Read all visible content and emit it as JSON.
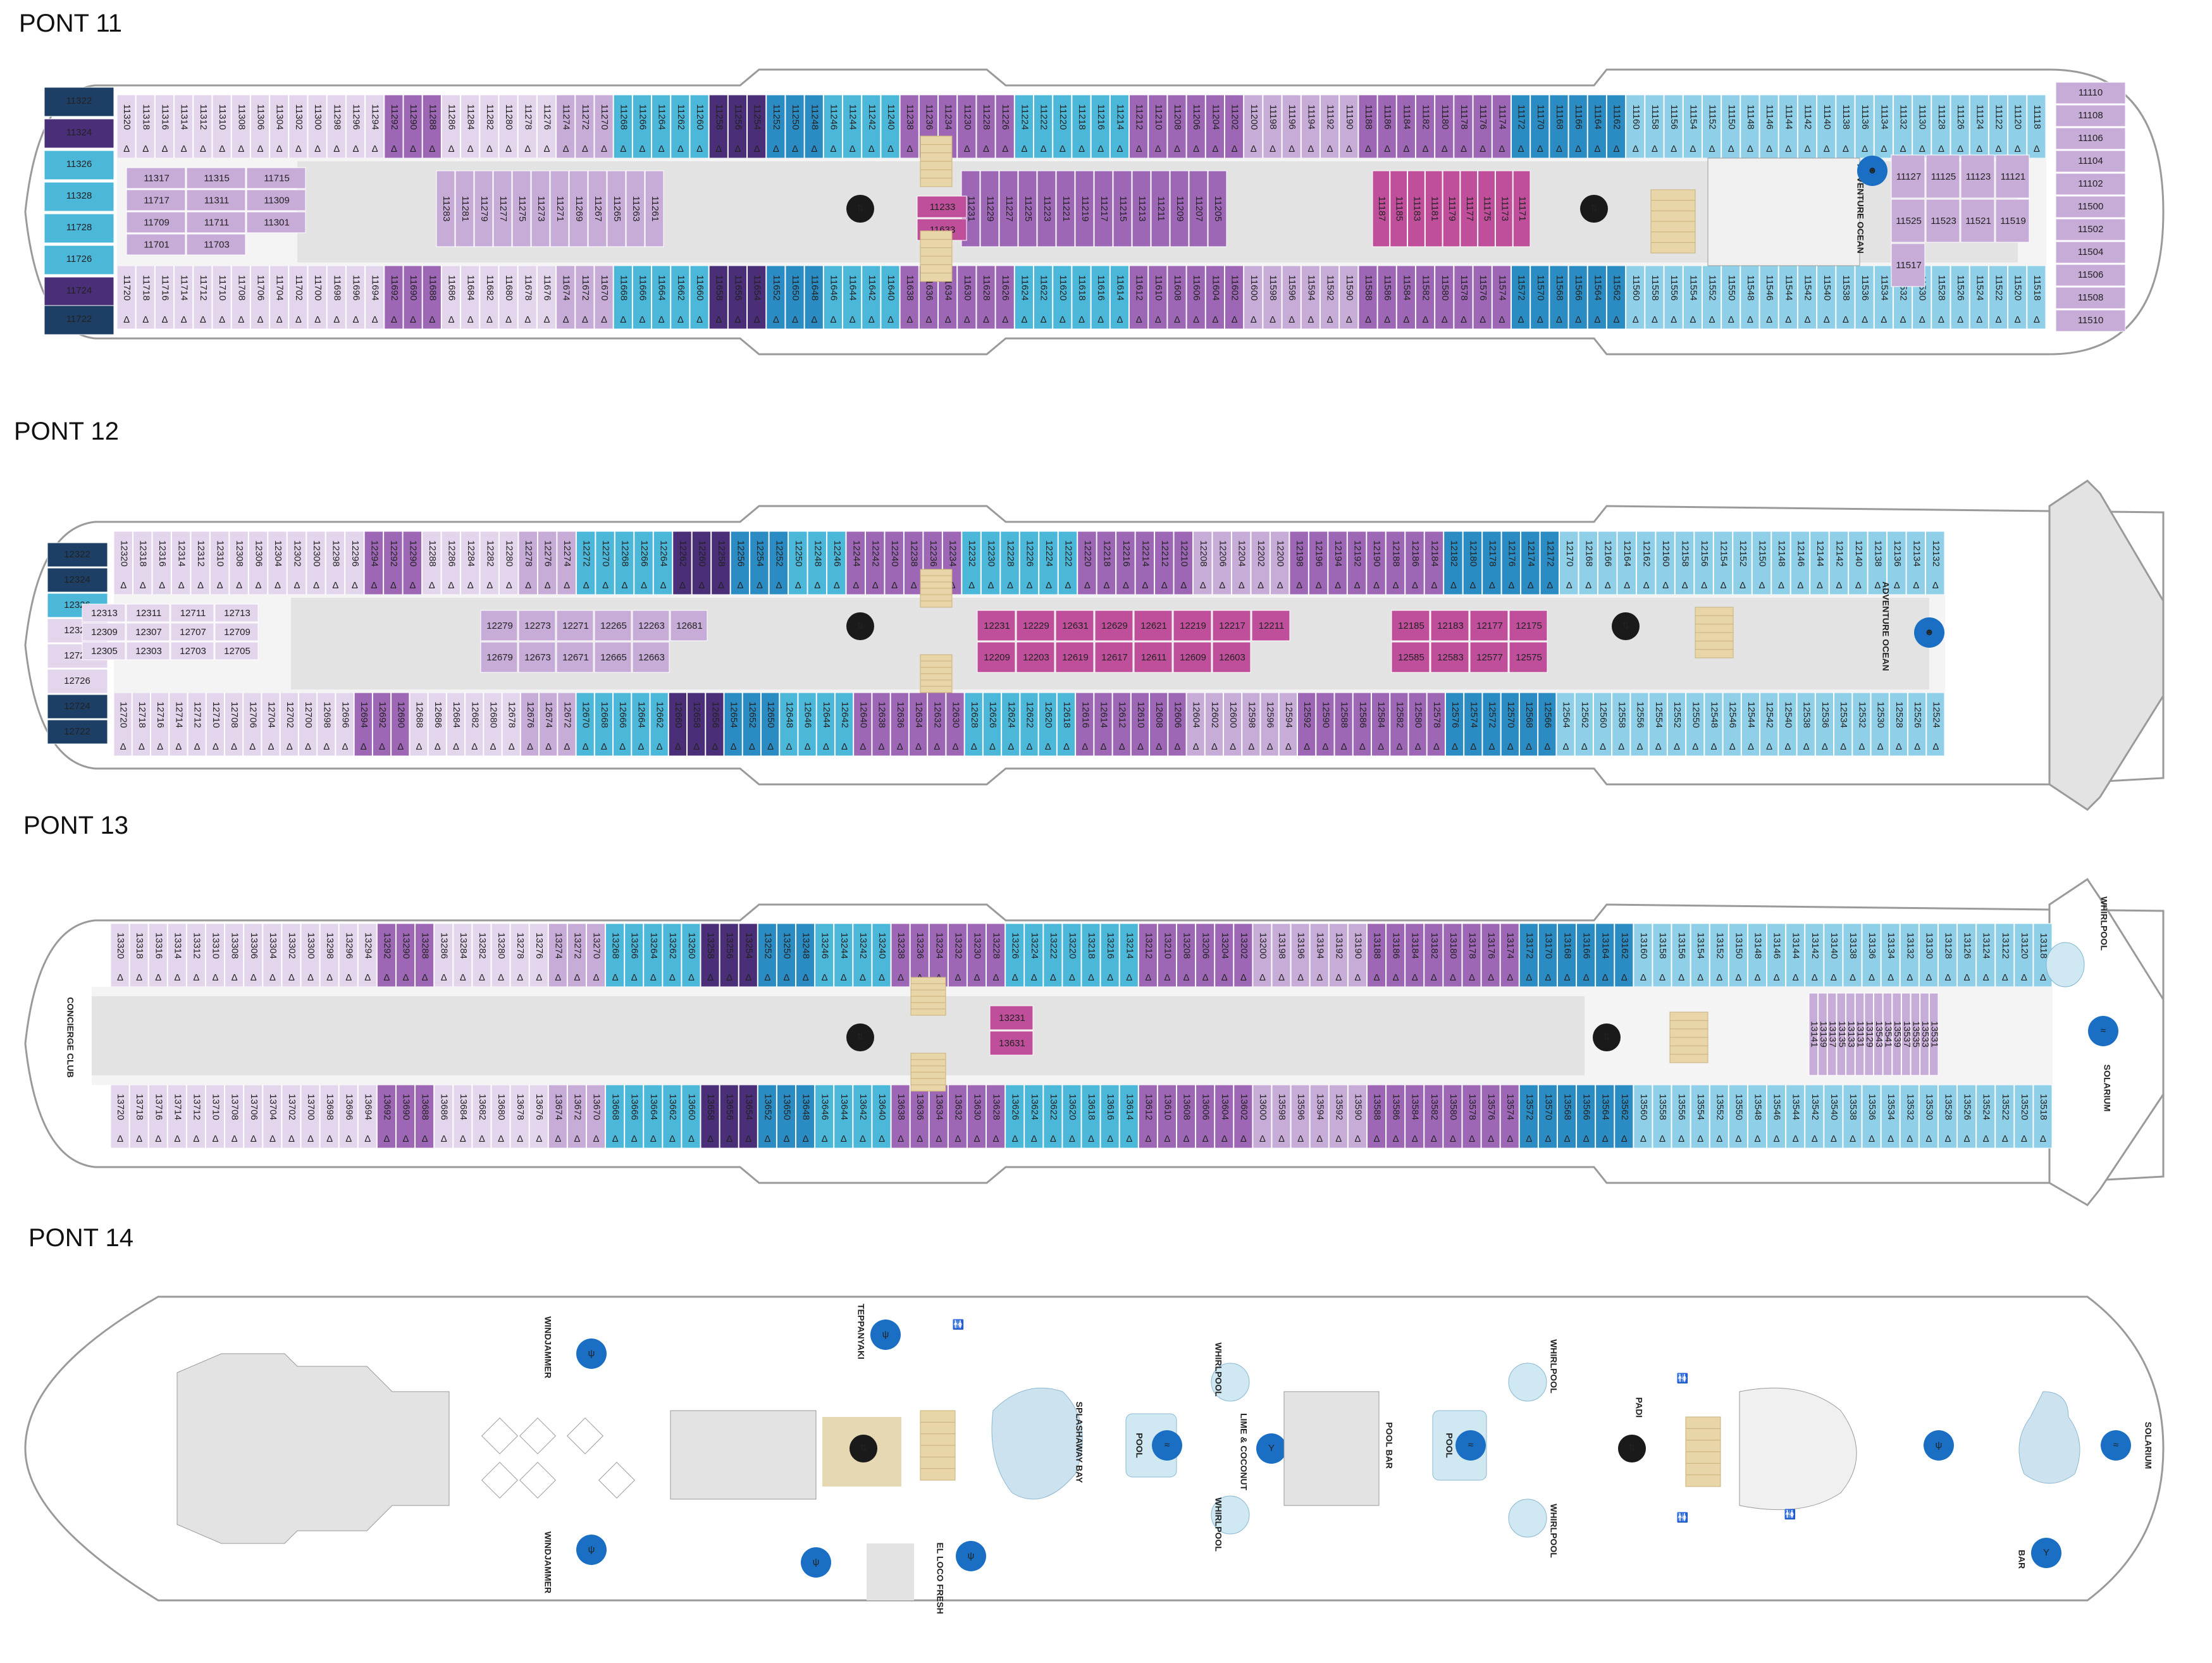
{
  "decks": [
    {
      "title": "PONT 11",
      "labels": [
        "ADVENTURE OCEAN"
      ],
      "cabins": {
        "top_row": [
          "11320",
          "11318",
          "11316",
          "11314",
          "11312",
          "11310",
          "11308",
          "11306",
          "11304",
          "11302",
          "11300",
          "11298",
          "11296",
          "11294",
          "11292",
          "11290",
          "11288",
          "11286",
          "11284",
          "11282",
          "11280",
          "11278",
          "11276",
          "11274",
          "11272",
          "11270",
          "11268",
          "11266",
          "11264",
          "11262",
          "11260",
          "11258",
          "11256",
          "11254",
          "11252",
          "11250",
          "11248",
          "11246",
          "11244",
          "11242",
          "11240",
          "11238",
          "11236",
          "11234",
          "11230",
          "11228",
          "11226",
          "11224",
          "11222",
          "11220",
          "11218",
          "11216",
          "11214",
          "11212",
          "11210",
          "11208",
          "11206",
          "11204",
          "11202",
          "11200",
          "11198",
          "11196",
          "11194",
          "11192",
          "11190",
          "11188",
          "11186",
          "11184",
          "11182",
          "11180",
          "11178",
          "11176",
          "11174",
          "11172",
          "11170",
          "11168",
          "11166",
          "11164",
          "11162",
          "11160",
          "11158",
          "11156",
          "11154",
          "11152",
          "11150",
          "11148",
          "11146",
          "11144",
          "11142",
          "11140",
          "11138",
          "11136",
          "11134",
          "11132",
          "11130",
          "11128",
          "11126",
          "11124",
          "11122",
          "11120",
          "11118"
        ],
        "bottom_row": [
          "11720",
          "11718",
          "11716",
          "11714",
          "11712",
          "11710",
          "11708",
          "11706",
          "11704",
          "11702",
          "11700",
          "11698",
          "11696",
          "11694",
          "11692",
          "11690",
          "11688",
          "11686",
          "11684",
          "11682",
          "11680",
          "11678",
          "11676",
          "11674",
          "11672",
          "11670",
          "11668",
          "11666",
          "11664",
          "11662",
          "11660",
          "11658",
          "11656",
          "11654",
          "11652",
          "11650",
          "11648",
          "11646",
          "11644",
          "11642",
          "11640",
          "11638",
          "11636",
          "11634",
          "11630",
          "11628",
          "11626",
          "11624",
          "11622",
          "11620",
          "11618",
          "11616",
          "11614",
          "11612",
          "11610",
          "11608",
          "11606",
          "11604",
          "11602",
          "11600",
          "11598",
          "11596",
          "11594",
          "11592",
          "11590",
          "11588",
          "11586",
          "11584",
          "11582",
          "11580",
          "11578",
          "11576",
          "11574",
          "11572",
          "11570",
          "11568",
          "11566",
          "11564",
          "11562",
          "11560",
          "11558",
          "11556",
          "11554",
          "11552",
          "11550",
          "11548",
          "11546",
          "11544",
          "11542",
          "11540",
          "11538",
          "11536",
          "11534",
          "11532",
          "11530",
          "11528",
          "11526",
          "11524",
          "11522",
          "11520",
          "11518"
        ],
        "inner_top": [
          "11283",
          "11281",
          "11279",
          "11277",
          "11275",
          "11273",
          "11271",
          "11269",
          "11267",
          "11265",
          "11263",
          "11261",
          "11231",
          "11229",
          "11227",
          "11225",
          "11223",
          "11221",
          "11219",
          "11217",
          "11215",
          "11213",
          "11211",
          "11209",
          "11207",
          "11205",
          "11187",
          "11185",
          "11183",
          "11181",
          "11179",
          "11177",
          "11175",
          "11173",
          "11171"
        ],
        "inner_bottom": [
          "11317",
          "11315",
          "11715",
          "11717",
          "11311",
          "11309",
          "11709",
          "11711",
          "11301",
          "11701",
          "11703",
          "11233",
          "11633",
          "11127",
          "11125",
          "11123",
          "11121",
          "11525",
          "11523",
          "11521",
          "11519",
          "11517"
        ],
        "stern": [
          "11322",
          "11324",
          "11326",
          "11328",
          "11728",
          "11726",
          "11724",
          "11722"
        ],
        "bow": [
          "11110",
          "11108",
          "11106",
          "11104",
          "11102",
          "11500",
          "11502",
          "11504",
          "11506",
          "11508",
          "11510"
        ]
      }
    },
    {
      "title": "PONT 12",
      "labels": [
        "ADVENTURE OCEAN"
      ],
      "cabins": {
        "top_row": [
          "12320",
          "12318",
          "12316",
          "12314",
          "12312",
          "12310",
          "12308",
          "12306",
          "12304",
          "12302",
          "12300",
          "12298",
          "12296",
          "12294",
          "12292",
          "12290",
          "12288",
          "12286",
          "12284",
          "12282",
          "12280",
          "12278",
          "12276",
          "12274",
          "12272",
          "12270",
          "12268",
          "12266",
          "12264",
          "12262",
          "12260",
          "12258",
          "12256",
          "12254",
          "12252",
          "12250",
          "12248",
          "12246",
          "12244",
          "12242",
          "12240",
          "12238",
          "12236",
          "12234",
          "12232",
          "12230",
          "12228",
          "12226",
          "12224",
          "12222",
          "12220",
          "12218",
          "12216",
          "12214",
          "12212",
          "12210",
          "12208",
          "12206",
          "12204",
          "12202",
          "12200",
          "12198",
          "12196",
          "12194",
          "12192",
          "12190",
          "12188",
          "12186",
          "12184",
          "12182",
          "12180",
          "12178",
          "12176",
          "12174",
          "12172",
          "12170",
          "12168",
          "12166",
          "12164",
          "12162",
          "12160",
          "12158",
          "12156",
          "12154",
          "12152",
          "12150",
          "12148",
          "12146",
          "12144",
          "12142",
          "12140",
          "12138",
          "12136",
          "12134",
          "12132"
        ],
        "bottom_row": [
          "12720",
          "12718",
          "12716",
          "12714",
          "12712",
          "12710",
          "12708",
          "12706",
          "12704",
          "12702",
          "12700",
          "12698",
          "12696",
          "12694",
          "12692",
          "12690",
          "12688",
          "12686",
          "12684",
          "12682",
          "12680",
          "12678",
          "12676",
          "12674",
          "12672",
          "12670",
          "12668",
          "12666",
          "12664",
          "12662",
          "12660",
          "12658",
          "12656",
          "12654",
          "12652",
          "12650",
          "12648",
          "12646",
          "12644",
          "12642",
          "12640",
          "12638",
          "12636",
          "12634",
          "12632",
          "12630",
          "12628",
          "12626",
          "12624",
          "12622",
          "12620",
          "12618",
          "12616",
          "12614",
          "12612",
          "12610",
          "12608",
          "12606",
          "12604",
          "12602",
          "12600",
          "12598",
          "12596",
          "12594",
          "12592",
          "12590",
          "12588",
          "12586",
          "12584",
          "12582",
          "12580",
          "12578",
          "12576",
          "12574",
          "12572",
          "12570",
          "12568",
          "12566",
          "12564",
          "12562",
          "12560",
          "12558",
          "12556",
          "12554",
          "12552",
          "12550",
          "12548",
          "12546",
          "12544",
          "12542",
          "12540",
          "12538",
          "12536",
          "12534",
          "12532",
          "12530",
          "12528",
          "12526",
          "12524"
        ],
        "inner_block_a": [
          "12279",
          "12273",
          "12271",
          "12265",
          "12263",
          "12681",
          "12679",
          "12673",
          "12671",
          "12665",
          "12663"
        ],
        "inner_block_b": [
          "12231",
          "12229",
          "12631",
          "12629",
          "12621",
          "12219",
          "12217",
          "12211",
          "12209",
          "12203",
          "12619",
          "12617",
          "12611",
          "12609",
          "12603"
        ],
        "inner_block_c": [
          "12185",
          "12183",
          "12177",
          "12175",
          "12585",
          "12583",
          "12577",
          "12575"
        ],
        "stern_inner": [
          "12313",
          "12311",
          "12711",
          "12713",
          "12309",
          "12307",
          "12707",
          "12709",
          "12305",
          "12303",
          "12703",
          "12705"
        ],
        "stern": [
          "12322",
          "12324",
          "12326",
          "12328",
          "12728",
          "12726",
          "12724",
          "12722"
        ]
      }
    },
    {
      "title": "PONT 13",
      "labels": [
        "CONCIERGE CLUB",
        "WHIRLPOOL",
        "SOLARIUM"
      ],
      "cabins": {
        "top_row": [
          "13320",
          "13318",
          "13316",
          "13314",
          "13312",
          "13310",
          "13308",
          "13306",
          "13304",
          "13302",
          "13300",
          "13298",
          "13296",
          "13294",
          "13292",
          "13290",
          "13288",
          "13286",
          "13284",
          "13282",
          "13280",
          "13278",
          "13276",
          "13274",
          "13272",
          "13270",
          "13268",
          "13266",
          "13264",
          "13262",
          "13260",
          "13258",
          "13256",
          "13254",
          "13252",
          "13250",
          "13248",
          "13246",
          "13244",
          "13242",
          "13240",
          "13238",
          "13236",
          "13234",
          "13232",
          "13230",
          "13228",
          "13226",
          "13224",
          "13222",
          "13220",
          "13218",
          "13216",
          "13214",
          "13212",
          "13210",
          "13208",
          "13206",
          "13204",
          "13202",
          "13200",
          "13198",
          "13196",
          "13194",
          "13192",
          "13190",
          "13188",
          "13186",
          "13184",
          "13182",
          "13180",
          "13178",
          "13176",
          "13174",
          "13172",
          "13170",
          "13168",
          "13166",
          "13164",
          "13162",
          "13160",
          "13158",
          "13156",
          "13154",
          "13152",
          "13150",
          "13148",
          "13146",
          "13144",
          "13142",
          "13140",
          "13138",
          "13136",
          "13134",
          "13132",
          "13130",
          "13128",
          "13126",
          "13124",
          "13122",
          "13120",
          "13118"
        ],
        "bottom_row": [
          "13720",
          "13718",
          "13716",
          "13714",
          "13712",
          "13710",
          "13708",
          "13706",
          "13704",
          "13702",
          "13700",
          "13698",
          "13696",
          "13694",
          "13692",
          "13690",
          "13688",
          "13686",
          "13684",
          "13682",
          "13680",
          "13678",
          "13676",
          "13674",
          "13672",
          "13670",
          "13668",
          "13666",
          "13664",
          "13662",
          "13660",
          "13658",
          "13656",
          "13654",
          "13652",
          "13650",
          "13648",
          "13646",
          "13644",
          "13642",
          "13640",
          "13638",
          "13636",
          "13634",
          "13632",
          "13630",
          "13628",
          "13626",
          "13624",
          "13622",
          "13620",
          "13618",
          "13616",
          "13614",
          "13612",
          "13610",
          "13608",
          "13606",
          "13604",
          "13602",
          "13600",
          "13598",
          "13596",
          "13594",
          "13592",
          "13590",
          "13588",
          "13586",
          "13584",
          "13582",
          "13580",
          "13578",
          "13576",
          "13574",
          "13572",
          "13570",
          "13568",
          "13566",
          "13564",
          "13562",
          "13560",
          "13558",
          "13556",
          "13554",
          "13552",
          "13550",
          "13548",
          "13546",
          "13544",
          "13542",
          "13540",
          "13538",
          "13536",
          "13534",
          "13532",
          "13530",
          "13528",
          "13526",
          "13524",
          "13522",
          "13520",
          "13518"
        ],
        "inner": [
          "13231",
          "13631",
          "13141",
          "13139",
          "13137",
          "13135",
          "13133",
          "13131",
          "13129",
          "13543",
          "13541",
          "13539",
          "13537",
          "13535",
          "13533",
          "13531"
        ]
      }
    },
    {
      "title": "PONT 14",
      "labels": [
        "WINDJAMMER",
        "WINDJAMMER",
        "TEPPANYAKI",
        "EL LOCO FRESH",
        "SPLASHAWAY BAY",
        "POOL",
        "WHIRLPOOL",
        "WHIRLPOOL",
        "LIME & COCONUT",
        "POOL BAR",
        "POOL",
        "WHIRLPOOL",
        "WHIRLPOOL",
        "PADI",
        "SOLARIUM",
        "BAR"
      ]
    }
  ],
  "colors": {
    "navy": "#1d3f66",
    "purple_dark": "#4a2e78",
    "purple": "#9d67b6",
    "magenta": "#c04f9b",
    "lavender": "#c8acd8",
    "lavender_light": "#e3d6ec",
    "blue": "#2b8cc4",
    "teal": "#4cb8d9",
    "sky": "#8fd0e8",
    "mist": "#cfe8f2",
    "hull": "#ffffff",
    "outline": "#9a9a9a",
    "deck_grey": "#e3e3e3",
    "icon_blue": "#1a6fc4",
    "brown": "#8b5e58"
  },
  "icons": [
    "elevator-icon",
    "restaurant-icon",
    "bar-icon",
    "pool-icon",
    "restroom-icon",
    "wheelchair-icon",
    "connecting-door-icon",
    "balcony-icon"
  ]
}
